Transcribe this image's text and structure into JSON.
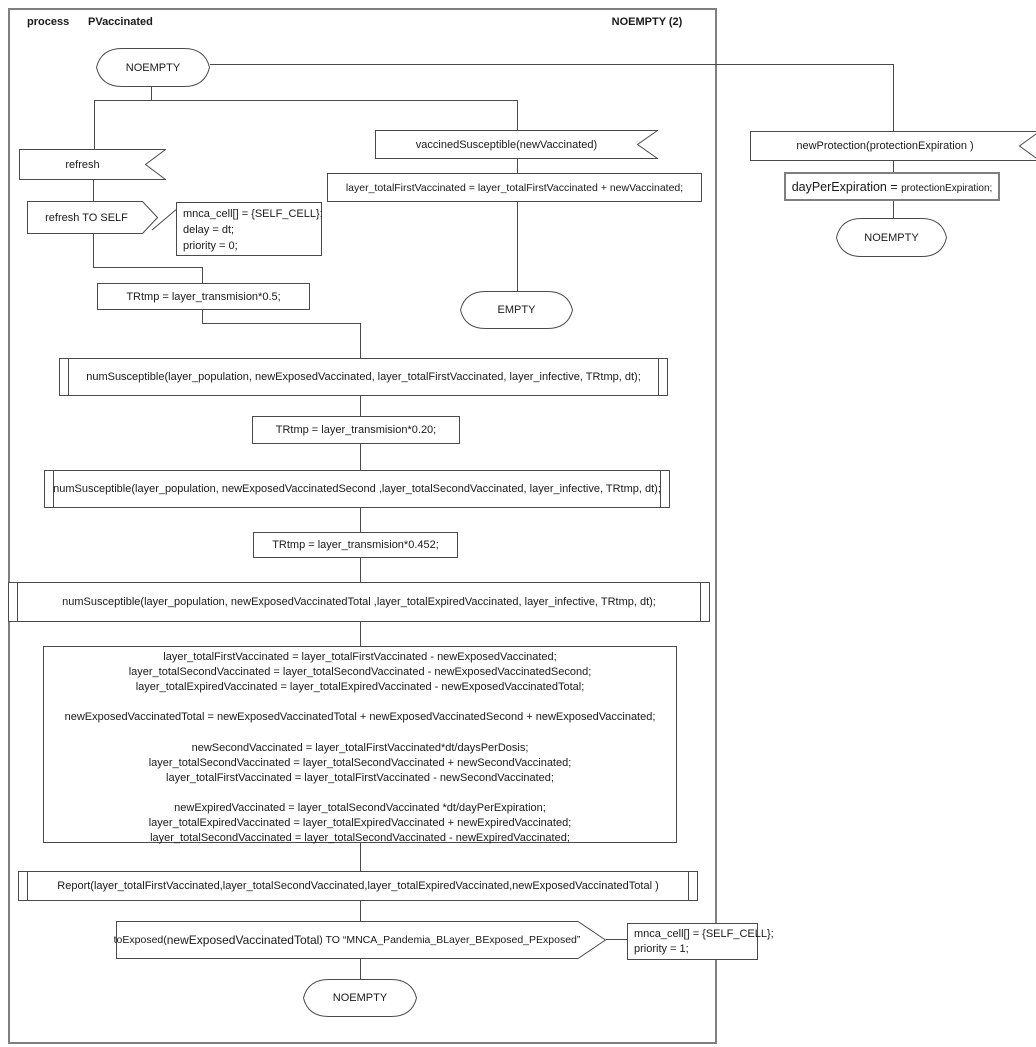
{
  "header": {
    "kind_label": "process",
    "name_label": "PVaccinated",
    "state_ref_label": "NOEMPTY (2)"
  },
  "colors": {
    "line_color": "#4a4a4a",
    "frame_color": "#7f7f7f",
    "background": "#ffffff",
    "text_color": "#1a1a1a"
  },
  "nodes": {
    "start_state": "NOEMPTY",
    "refresh_receive": "refresh",
    "refresh_send": "refresh TO SELF",
    "refresh_note_lines": [
      "mnca_cell[] = {SELF_CELL};",
      "delay = dt;",
      "priority = 0;"
    ],
    "trtmp1": "TRtmp  = layer_transmision*0.5;",
    "num_susceptible_1": "numSusceptible(layer_population, newExposedVaccinated, layer_totalFirstVaccinated, layer_infective, TRtmp, dt);",
    "trtmp2": "TRtmp = layer_transmision*0.20;",
    "num_susceptible_2": "numSusceptible(layer_population, newExposedVaccinatedSecond ,layer_totalSecondVaccinated, layer_infective, TRtmp, dt);",
    "trtmp3": "TRtmp = layer_transmision*0.452;",
    "num_susceptible_3": "numSusceptible(layer_population, newExposedVaccinatedTotal ,layer_totalExpiredVaccinated, layer_infective, TRtmp, dt);",
    "assign_block_lines": [
      "layer_totalFirstVaccinated = layer_totalFirstVaccinated - newExposedVaccinated;",
      "layer_totalSecondVaccinated = layer_totalSecondVaccinated - newExposedVaccinatedSecond;",
      "layer_totalExpiredVaccinated = layer_totalExpiredVaccinated - newExposedVaccinatedTotal;",
      "",
      "newExposedVaccinatedTotal = newExposedVaccinatedTotal + newExposedVaccinatedSecond  + newExposedVaccinated;",
      "",
      "newSecondVaccinated = layer_totalFirstVaccinated*dt/daysPerDosis;",
      "layer_totalSecondVaccinated = layer_totalSecondVaccinated + newSecondVaccinated;",
      "layer_totalFirstVaccinated = layer_totalFirstVaccinated - newSecondVaccinated;",
      "",
      "newExpiredVaccinated = layer_totalSecondVaccinated *dt/dayPerExpiration;",
      "layer_totalExpiredVaccinated = layer_totalExpiredVaccinated + newExpiredVaccinated;",
      "layer_totalSecondVaccinated = layer_totalSecondVaccinated - newExpiredVaccinated;"
    ],
    "report": "Report(layer_totalFirstVaccinated,layer_totalSecondVaccinated,layer_totalExpiredVaccinated,newExposedVaccinatedTotal )",
    "to_exposed_segments": [
      {
        "text": "toExposed(",
        "size": 10.5
      },
      {
        "text": "newExposedVaccinatedTotal",
        "size": 12
      },
      {
        "text": ") TO “MNCA_Pandemia_BLayer_BExposed_PExposed”",
        "size": 10.5
      }
    ],
    "to_exposed_note_lines": [
      "mnca_cell[] = {SELF_CELL};",
      "priority = 1;"
    ],
    "end_state": "NOEMPTY",
    "vaccined_receive": "vaccinedSusceptible(newVaccinated)",
    "vaccined_assign": "layer_totalFirstVaccinated = layer_totalFirstVaccinated + newVaccinated;",
    "empty_state": "EMPTY",
    "protection_receive": "newProtection(protectionExpiration )",
    "protection_assign_segments": [
      {
        "text": "dayPerExpiration = ",
        "size": 12.5
      },
      {
        "text": "protectionExpiration;",
        "size": 10
      }
    ],
    "protection_state": "NOEMPTY"
  }
}
